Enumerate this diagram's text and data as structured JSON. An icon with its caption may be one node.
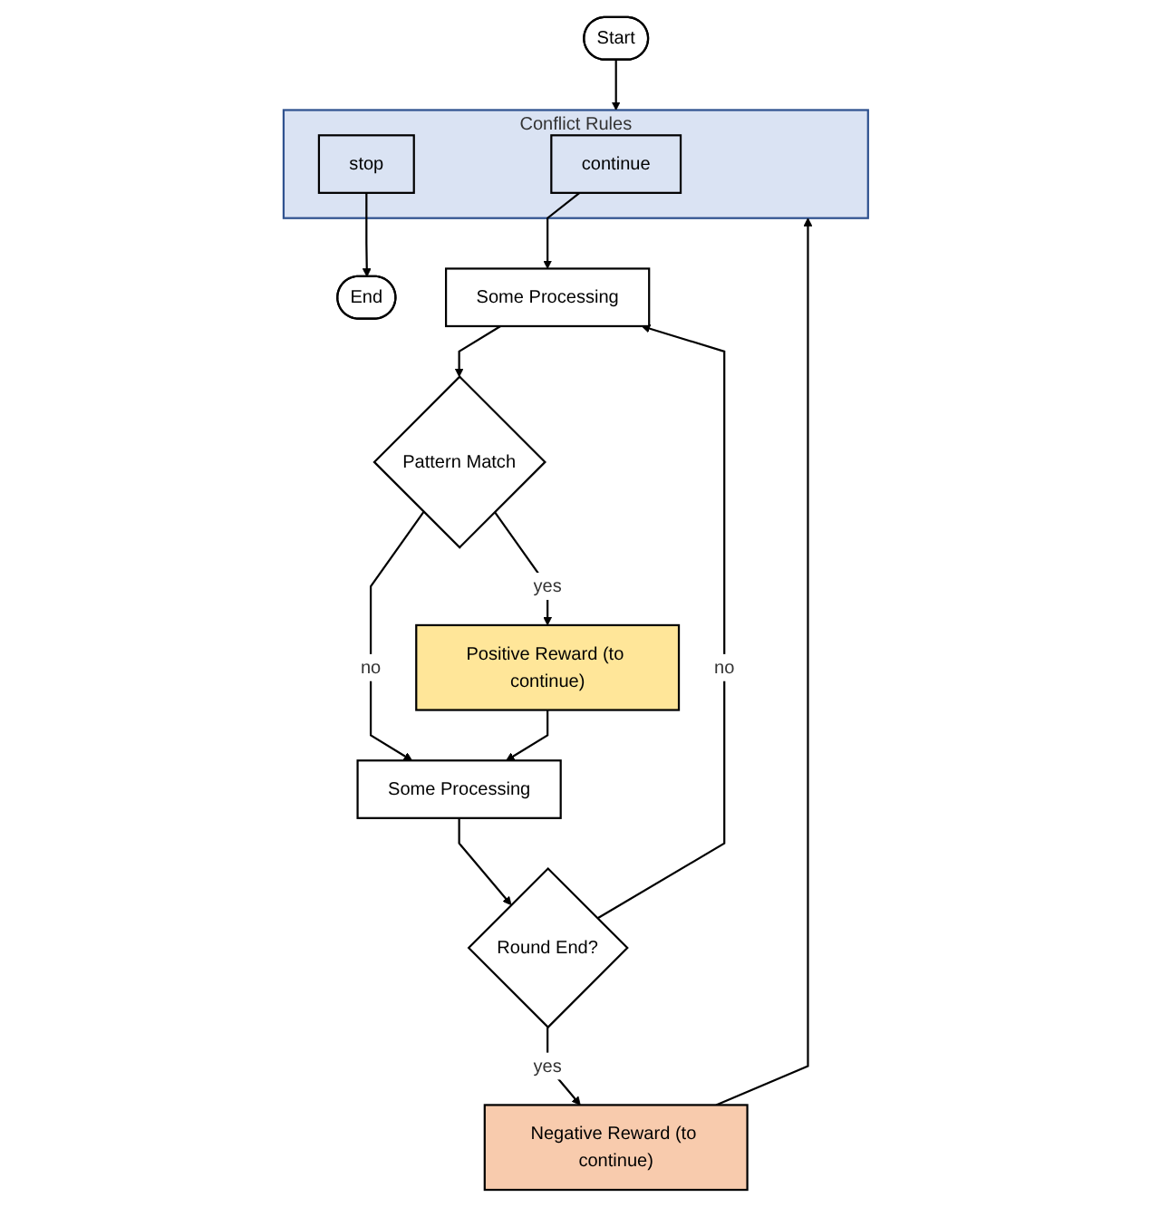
{
  "diagram": {
    "nodes": [
      {
        "text": [
          "Start"
        ]
      },
      {
        "text": [
          "Conflict Rules"
        ]
      },
      {
        "text": [
          "continue"
        ],
        "in": 1
      },
      {
        "text": [
          "stop"
        ],
        "in": 1
      },
      {
        "text": [
          "End"
        ]
      },
      {
        "text": [
          "Some Processing"
        ]
      },
      {
        "text": [
          "Positive Reward (to continue)"
        ]
      },
      {
        "text": [
          "Pattern Match"
        ]
      },
      {
        "text": [
          "Some Processing"
        ]
      },
      {
        "text": [
          "Round End?"
        ]
      },
      {
        "text": [
          "Negative Reward (to continue)"
        ]
      }
    ],
    "edges": [
      {
        "from": 0,
        "to": 1,
        "arrow": "to"
      },
      {
        "from": 3,
        "to": 4,
        "arrow": "to"
      },
      {
        "from": 2,
        "to": 5,
        "arrow": "to"
      },
      {
        "from": 5,
        "to": 7,
        "arrow": "to"
      },
      {
        "from": 7,
        "to": 6,
        "label": "yes",
        "arrow": "to"
      },
      {
        "from": 7,
        "to": 8,
        "label": "no",
        "arrow": "to"
      },
      {
        "from": 6,
        "to": 8,
        "arrow": "to"
      },
      {
        "from": 8,
        "to": 9,
        "arrow": "to"
      },
      {
        "from": 9,
        "to": 5,
        "label": "no",
        "arrow": "to"
      },
      {
        "from": 9,
        "to": 10,
        "label": "yes",
        "arrow": "to"
      },
      {
        "from": 10,
        "to": 1,
        "arrow": "to"
      }
    ]
  }
}
